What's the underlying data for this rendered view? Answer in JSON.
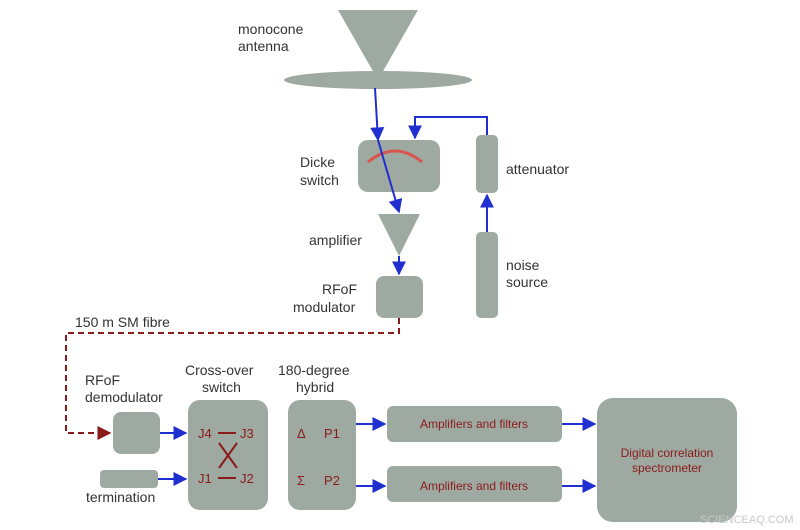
{
  "labels": {
    "antenna": [
      "monocone",
      "antenna"
    ],
    "dicke": [
      "Dicke",
      "switch"
    ],
    "amplifier": "amplifier",
    "attenuator": "attenuator",
    "noise": [
      "noise",
      "source"
    ],
    "modulator": [
      "RFoF",
      "modulator"
    ],
    "fibre": "150 m SM fibre",
    "demodulator": [
      "RFoF",
      "demodulator"
    ],
    "crossover": [
      "Cross-over",
      "switch"
    ],
    "hybrid": [
      "180-degree",
      "hybrid"
    ],
    "termination": "termination"
  },
  "ports": {
    "j4": "J4",
    "j3": "J3",
    "j1": "J1",
    "j2": "J2",
    "delta": "Δ",
    "p1": "P1",
    "sigma": "Σ",
    "p2": "P2"
  },
  "blocks": {
    "amp_filters_top": "Amplifiers and filters",
    "amp_filters_bottom": "Amplifiers and filters",
    "spectrometer": [
      "Digital correlation",
      "spectrometer"
    ]
  },
  "watermark": "SCIENCEAQ.COM",
  "colors": {
    "block": "#9eaaa1",
    "wire": "#1f2fd0",
    "fibre": "#8b1a1a",
    "label": "#333333"
  }
}
